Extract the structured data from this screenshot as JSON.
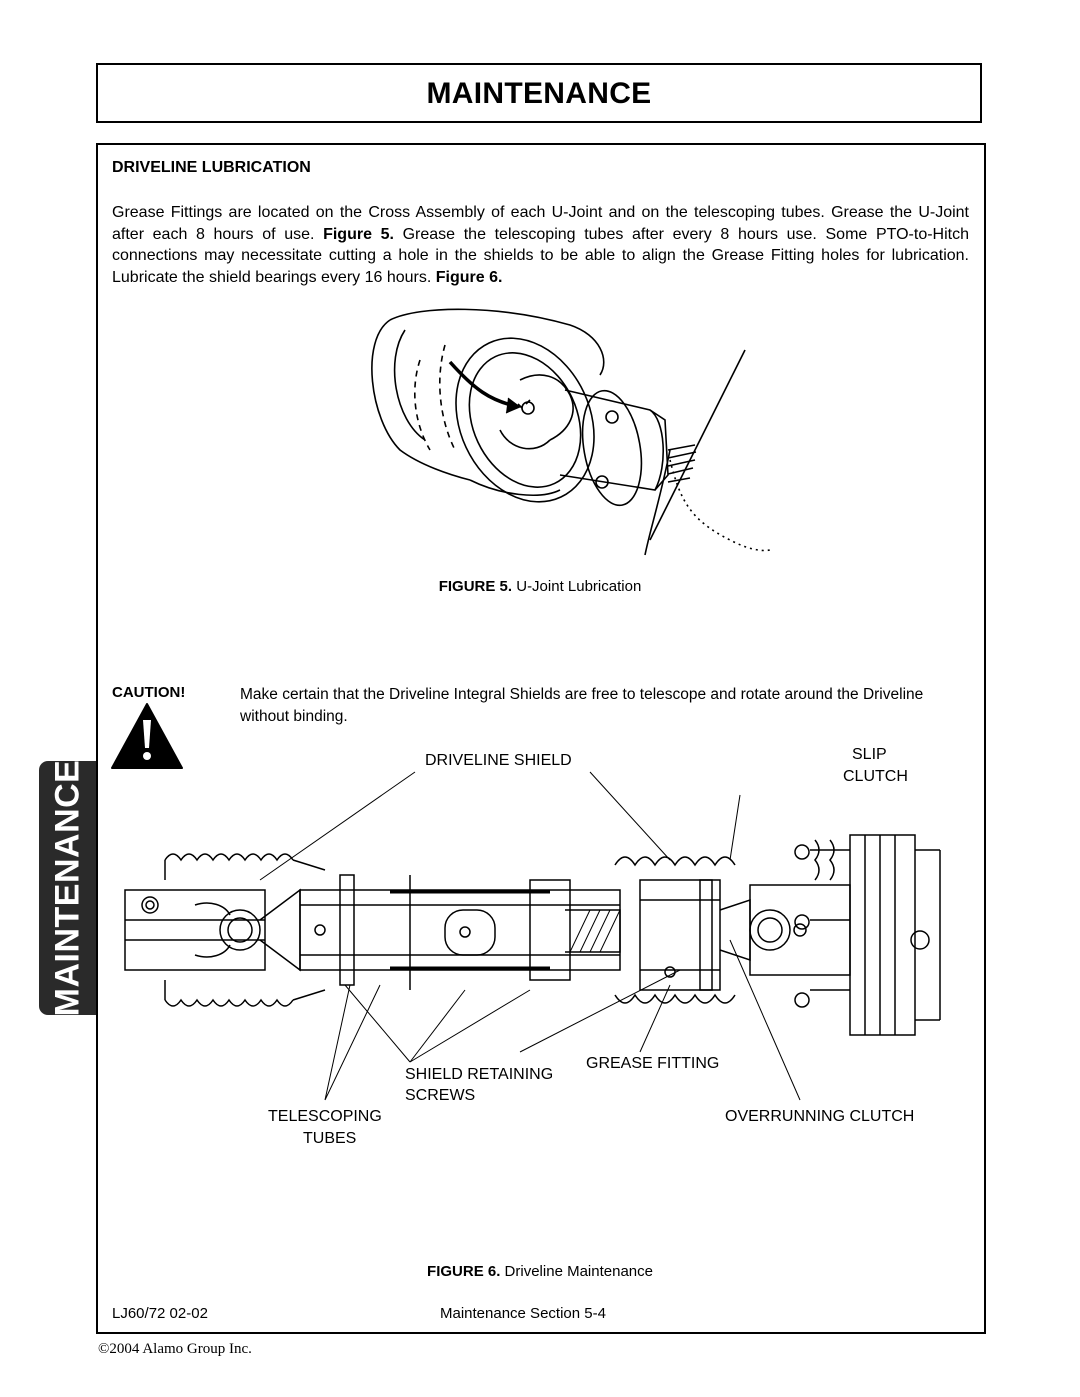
{
  "header": {
    "title": "MAINTENANCE"
  },
  "side_tab": {
    "label": "MAINTENANCE"
  },
  "section": {
    "heading": "DRIVELINE LUBRICATION",
    "para_part1": "Grease Fittings are located on the Cross Assembly of each U-Joint and on the telescoping tubes.  Grease the U-Joint after each 8 hours of use. ",
    "para_ref1": "Figure 5.",
    "para_part2": " Grease the telescoping tubes after every 8 hours use.  Some PTO-to-Hitch connections may necessitate cutting a hole in the shields to be able to align the Grease Fitting holes for lubrication.  Lubricate the shield bearings every 16 hours. ",
    "para_ref2": "Figure 6."
  },
  "figure5": {
    "label": "FIGURE 5.",
    "caption": " U-Joint Lubrication"
  },
  "caution": {
    "label": "CAUTION!",
    "text": "Make certain that the Driveline Integral Shields are free to telescope and rotate around the Driveline without binding.",
    "icon": "warning-triangle-icon"
  },
  "figure6": {
    "label": "FIGURE 6.",
    "caption": " Driveline Maintenance",
    "callouts": {
      "driveline_shield": "DRIVELINE SHIELD",
      "slip": "SLIP",
      "clutch": "CLUTCH",
      "shield_retaining": "SHIELD RETAINING",
      "screws": "SCREWS",
      "grease_fitting": "GREASE FITTING",
      "telescoping": "TELESCOPING",
      "tubes": "TUBES",
      "overrunning_clutch": "OVERRUNNING CLUTCH"
    }
  },
  "footer": {
    "model": "LJ60/72 02-02",
    "section": "Maintenance Section   5-4",
    "copyright": "©2004 Alamo Group Inc."
  }
}
